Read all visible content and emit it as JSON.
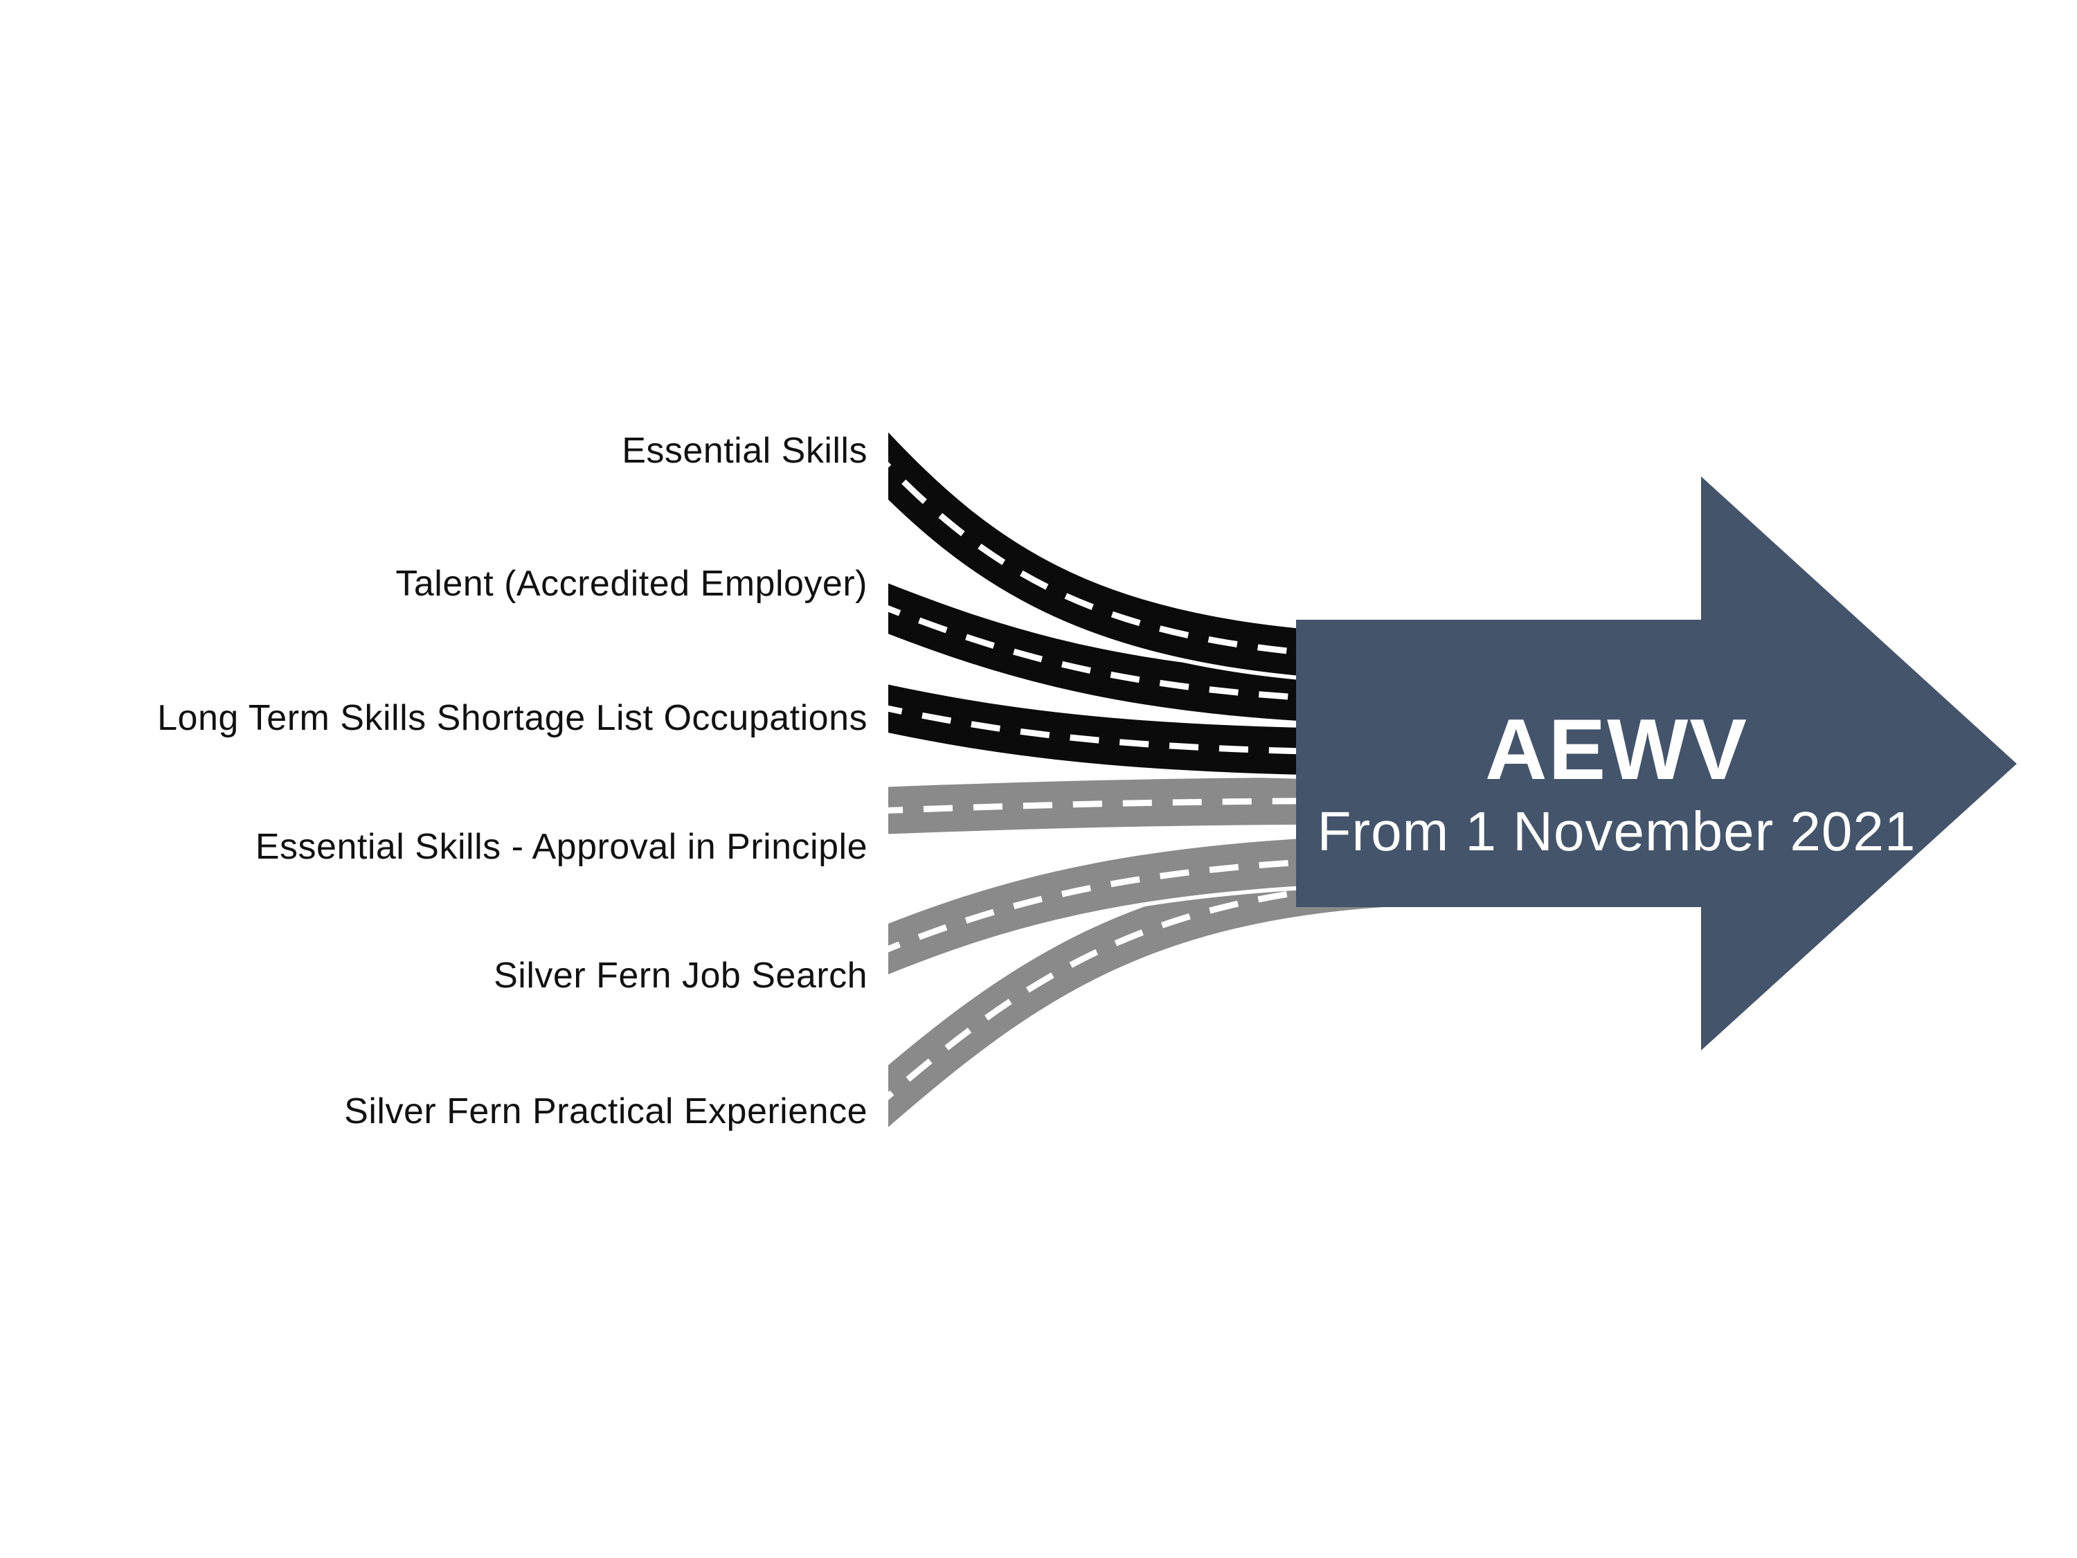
{
  "roads": [
    {
      "label": "Essential Skills",
      "tone": "dark"
    },
    {
      "label": "Talent (Accredited Employer)",
      "tone": "dark"
    },
    {
      "label": "Long Term Skills Shortage List Occupations",
      "tone": "dark"
    },
    {
      "label": "Essential Skills - Approval in Principle",
      "tone": "gray"
    },
    {
      "label": "Silver Fern Job Search",
      "tone": "gray"
    },
    {
      "label": "Silver Fern Practical Experience",
      "tone": "gray"
    }
  ],
  "arrow": {
    "title": "AEWV",
    "subtitle": "From 1 November 2021"
  },
  "colors": {
    "background": "#ffffff",
    "road_dark": "#0b0b0b",
    "road_gray": "#8a8a8a",
    "casing": "#ffffff",
    "dash": "#ffffff",
    "label_text": "#111111",
    "arrow_fill": "#44546A",
    "arrow_text": "#ffffff"
  }
}
